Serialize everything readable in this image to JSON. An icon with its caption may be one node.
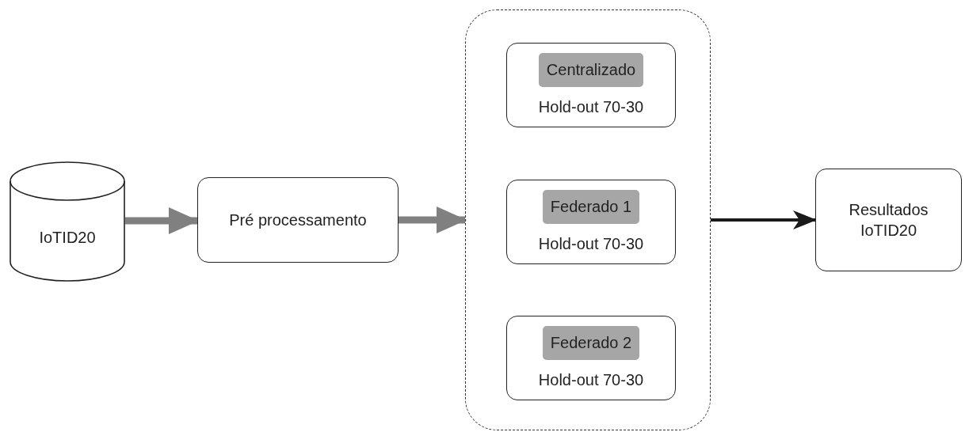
{
  "diagram": {
    "nodes": [
      {
        "text": [
          "IoTID20"
        ]
      },
      {
        "text": [
          "Pré processamento"
        ]
      },
      {
        "text": [],
        "shape": "box"
      },
      {
        "text": [
          "Centralizado",
          "Hold-out 70-30"
        ],
        "in": 2
      },
      {
        "text": [
          "Federado 1",
          "Hold-out 70-30"
        ],
        "in": 2
      },
      {
        "text": [
          "Federado 2",
          "Hold-out 70-30"
        ],
        "in": 2
      },
      {
        "text": [
          "Resultados IoTID20"
        ]
      }
    ],
    "edges": [
      {
        "from": 0,
        "to": 1,
        "arrow": "to"
      },
      {
        "from": 1,
        "to": 2,
        "arrow": "to"
      },
      {
        "from": 2,
        "to": 6,
        "arrow": "to",
        "color": "#1a1a1a"
      }
    ]
  }
}
